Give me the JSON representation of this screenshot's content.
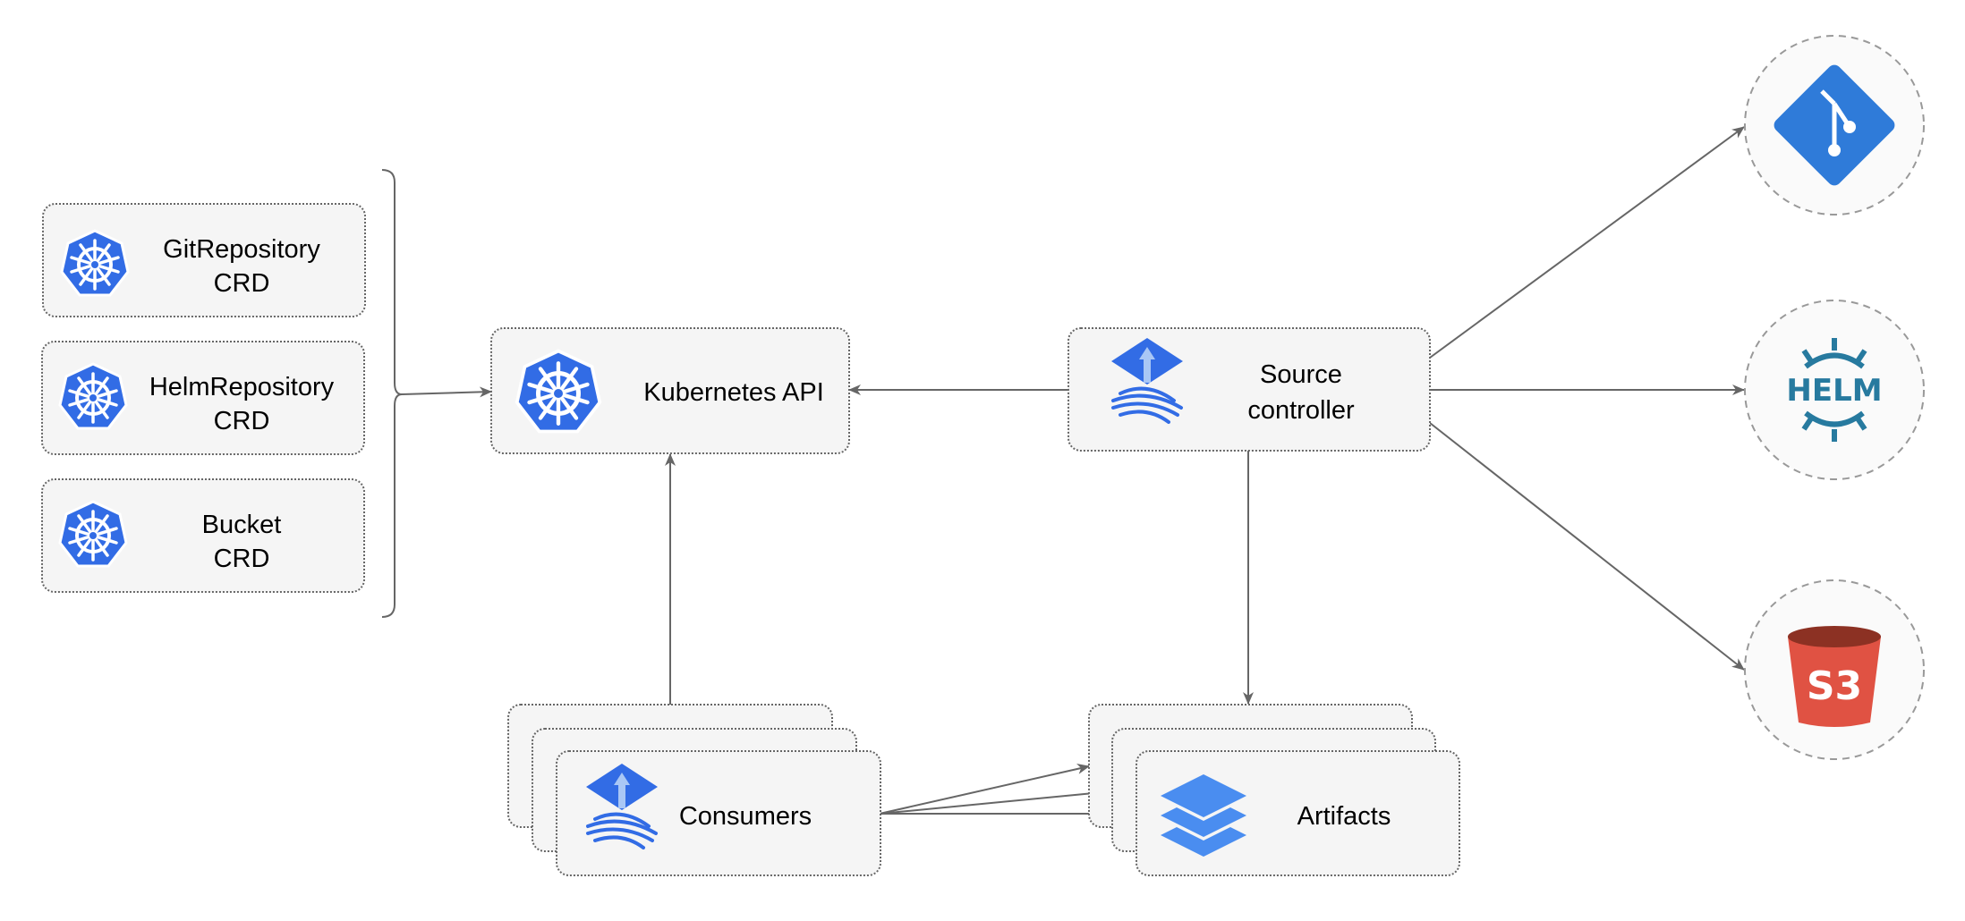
{
  "nodes": {
    "git_crd": {
      "line1": "GitRepository",
      "line2": "CRD"
    },
    "helm_crd": {
      "line1": "HelmRepository",
      "line2": "CRD"
    },
    "bucket_crd": {
      "line1": "Bucket",
      "line2": "CRD"
    },
    "kubernetes_api": {
      "label": "Kubernetes API"
    },
    "source_controller": {
      "line1": "Source",
      "line2": "controller"
    },
    "consumers": {
      "label": "Consumers"
    },
    "artifacts": {
      "label": "Artifacts"
    },
    "helm_logo": {
      "text": "HELM"
    },
    "s3_logo": {
      "text": "S3"
    }
  },
  "icons": {
    "crd": "kubernetes-icon",
    "api": "kubernetes-icon",
    "controller": "flux-icon",
    "consumers": "flux-icon",
    "artifacts": "layers-icon",
    "git": "git-icon",
    "helm": "helm-icon",
    "s3": "s3-bucket-icon"
  },
  "colors": {
    "kubernetes": "#326ce5",
    "flux": "#326ce5",
    "git": "#2f7bd9",
    "helm": "#277a9f",
    "s3_body": "#e05243",
    "s3_rim": "#8c3123",
    "layers": "#4a8df0",
    "edge": "#666666"
  }
}
